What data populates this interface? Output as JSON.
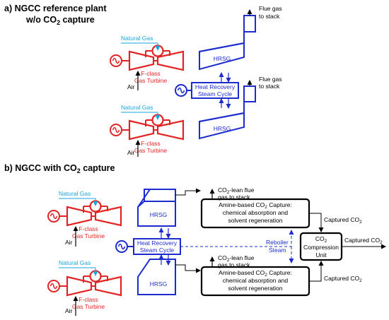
{
  "section_a": {
    "title": "a) NGCC reference plant",
    "title2_pre": "w/o CO",
    "title2_sub": "2",
    "title2_post": " capture"
  },
  "section_b": {
    "title_pre": "b) NGCC with CO",
    "title_sub": "2",
    "title_post": " capture"
  },
  "labels": {
    "natural_gas": "Natural Gas",
    "air": "Air",
    "gt_line1": "F-class",
    "gt_line2": "Gas Turbine",
    "hrsg": "HRSG",
    "hrsc_line1": "Heat Recovery",
    "hrsc_line2": "Steam Cycle",
    "flue_line1": "Flue gas",
    "flue_line2": "to stack",
    "lean_line1_pre": "CO",
    "lean_line1_sub": "2",
    "lean_line1_post": "-lean flue",
    "lean_line2": "gas to stack",
    "amine_line1_pre": "Amine-based CO",
    "amine_line1_sub": "2",
    "amine_line1_post": " Capture:",
    "amine_line2": "chemical absorption and",
    "amine_line3": "solvent regeneration",
    "captured_pre": "Captured CO",
    "captured_sub": "2",
    "reboiler_line1": "Reboiler",
    "reboiler_line2": "Steam",
    "comp_line1_pre": "CO",
    "comp_line1_sub": "2",
    "comp_line2": "Compression",
    "comp_line3": "Unit"
  },
  "colors": {
    "gas_turbine": "#e32424",
    "steam_hrsg": "#1c2ccf",
    "natural_gas": "#1aa6e0",
    "capture": "#000000"
  }
}
